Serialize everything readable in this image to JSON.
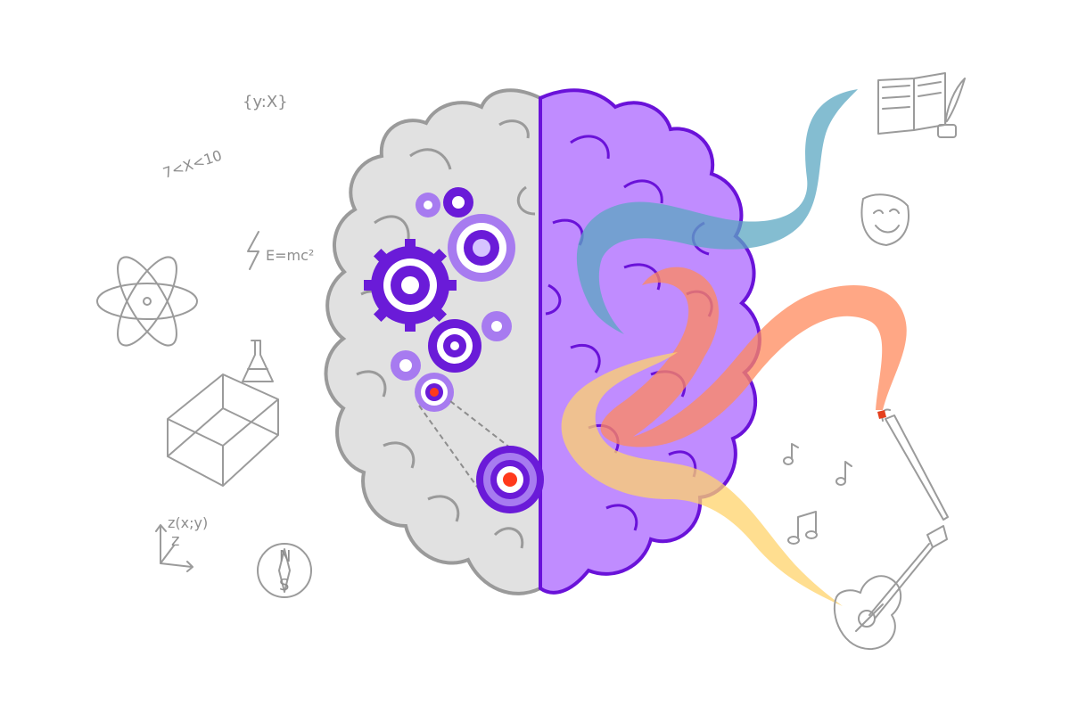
{
  "formulas": {
    "set_notation": "{y:X}",
    "inequality": "7<X<10",
    "energy": "E=mc²",
    "axis_top": "z(x;y)",
    "axis_side": "z"
  },
  "compass_labels": {
    "north": "N",
    "south": "S"
  },
  "colors": {
    "left_hemisphere": "#e1e1e1",
    "left_outline": "#9a9a9a",
    "right_hemisphere": "#c08cff",
    "right_outline": "#6a12d9",
    "gear_dark": "#6a1bd8",
    "gear_light": "#a77bf0",
    "gear_center": "#ff3a1c",
    "ribbon_blue": "#5ba7c2",
    "ribbon_orange": "#ff8a5c",
    "ribbon_yellow": "#ffd36b",
    "doodle": "#9b9b9b"
  },
  "left_icons": [
    "braces-icon",
    "inequality-text",
    "lightning-icon",
    "atom-icon",
    "flask-icon",
    "cube-icon",
    "axes-icon",
    "compass-icon"
  ],
  "right_icons": [
    "book-icon",
    "quill-icon",
    "theater-mask-icon",
    "paintbrush-icon",
    "music-note-icon",
    "guitar-icon"
  ]
}
